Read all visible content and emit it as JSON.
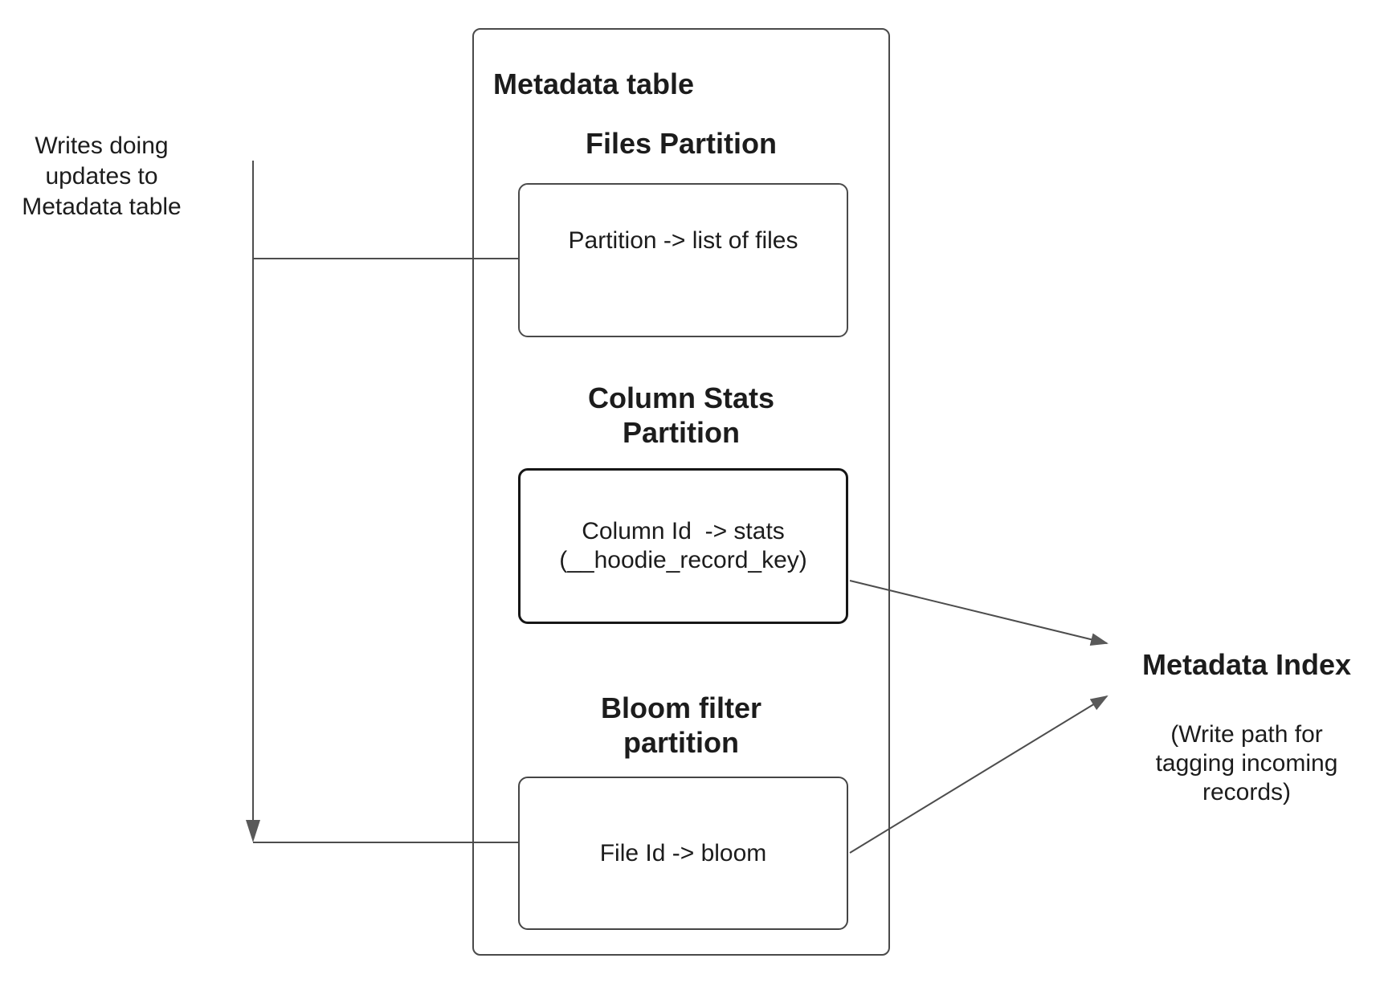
{
  "note_left": "Writes doing\nupdates to\nMetadata table",
  "metadata_table": {
    "title": "Metadata table",
    "files_partition": {
      "heading": "Files Partition",
      "box": "Partition -> list of files"
    },
    "column_stats_partition": {
      "heading": "Column Stats\nPartition",
      "box": "Column Id  -> stats\n(__hoodie_record_key)"
    },
    "bloom_filter_partition": {
      "heading": "Bloom filter\npartition",
      "box": "File Id -> bloom"
    }
  },
  "metadata_index": {
    "title": "Metadata Index",
    "subtitle": "(Write path for\ntagging incoming\nrecords)"
  },
  "colors": {
    "line": "#4d4d4d",
    "arrowhead": "#595959",
    "box_border": "#4a4a4a",
    "box_border_emphasis": "#161616",
    "text": "#1c1c1c",
    "background": "#ffffff"
  }
}
